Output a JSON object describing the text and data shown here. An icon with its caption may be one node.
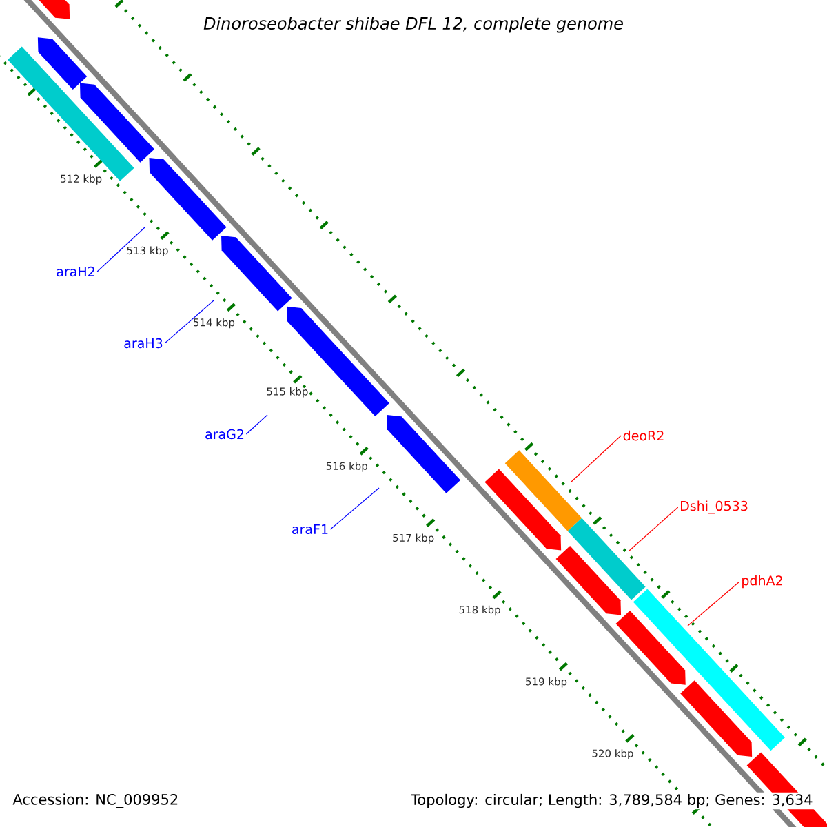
{
  "diagram": {
    "title": "Dinoroseobacter shibae DFL 12, complete genome",
    "nodes": [
      {
        "text": [
          "araH2"
        ]
      },
      {
        "text": [
          "araH3"
        ]
      },
      {
        "text": [
          "araG2"
        ]
      },
      {
        "text": [
          "araF1"
        ]
      },
      {
        "text": [
          "deoR2"
        ]
      },
      {
        "text": [
          "Dshi_0533"
        ]
      },
      {
        "text": [
          "pdhA2"
        ]
      }
    ],
    "edges": [
      {
        "from": 0,
        "to": null,
        "arrow": "none"
      },
      {
        "from": 1,
        "to": null,
        "arrow": "none"
      },
      {
        "from": 2,
        "to": null,
        "arrow": "none"
      },
      {
        "from": 3,
        "to": null,
        "arrow": "none"
      },
      {
        "from": 4,
        "to": null,
        "arrow": "none",
        "color": "#ff0000"
      },
      {
        "from": 5,
        "to": null,
        "arrow": "none",
        "color": "#ff0000"
      },
      {
        "from": 6,
        "to": null,
        "arrow": "none",
        "color": "#ff0000"
      }
    ],
    "labels": [
      "512 kbp",
      "513 kbp",
      "514 kbp",
      "515 kbp",
      "516 kbp",
      "517 kbp",
      "518 kbp",
      "519 kbp",
      "520 kbp",
      "Accession: NC_009952",
      "Topology: circular; Length: 3,789,584 bp; Genes: 3,634"
    ]
  }
}
